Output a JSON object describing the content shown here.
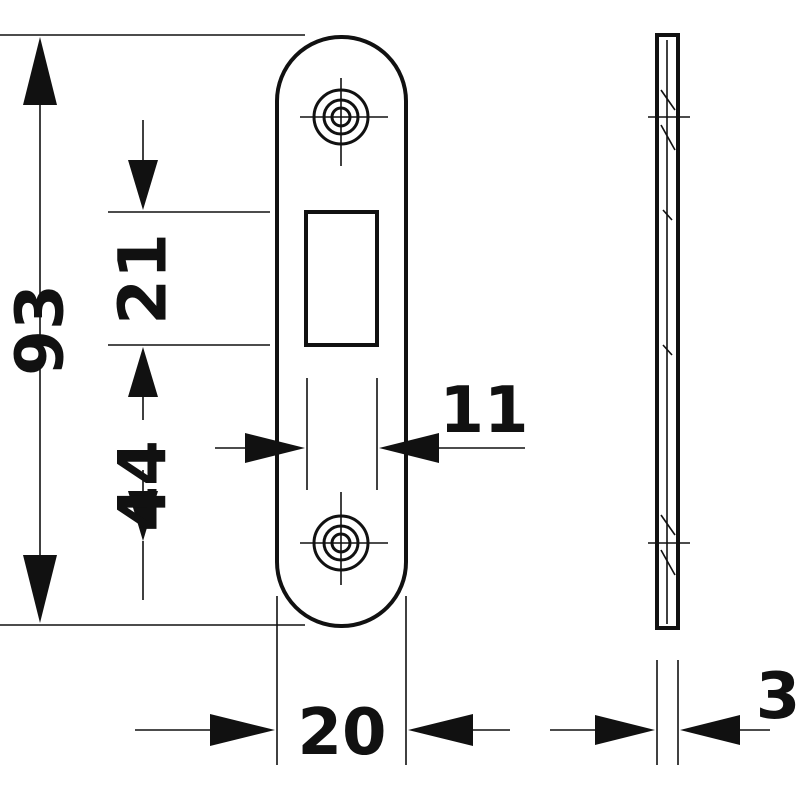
{
  "dimensions": {
    "height_total": "93",
    "slot_height": "21",
    "slot_to_hole": "44",
    "slot_width": "11",
    "plate_width": "20",
    "thickness": "3"
  }
}
